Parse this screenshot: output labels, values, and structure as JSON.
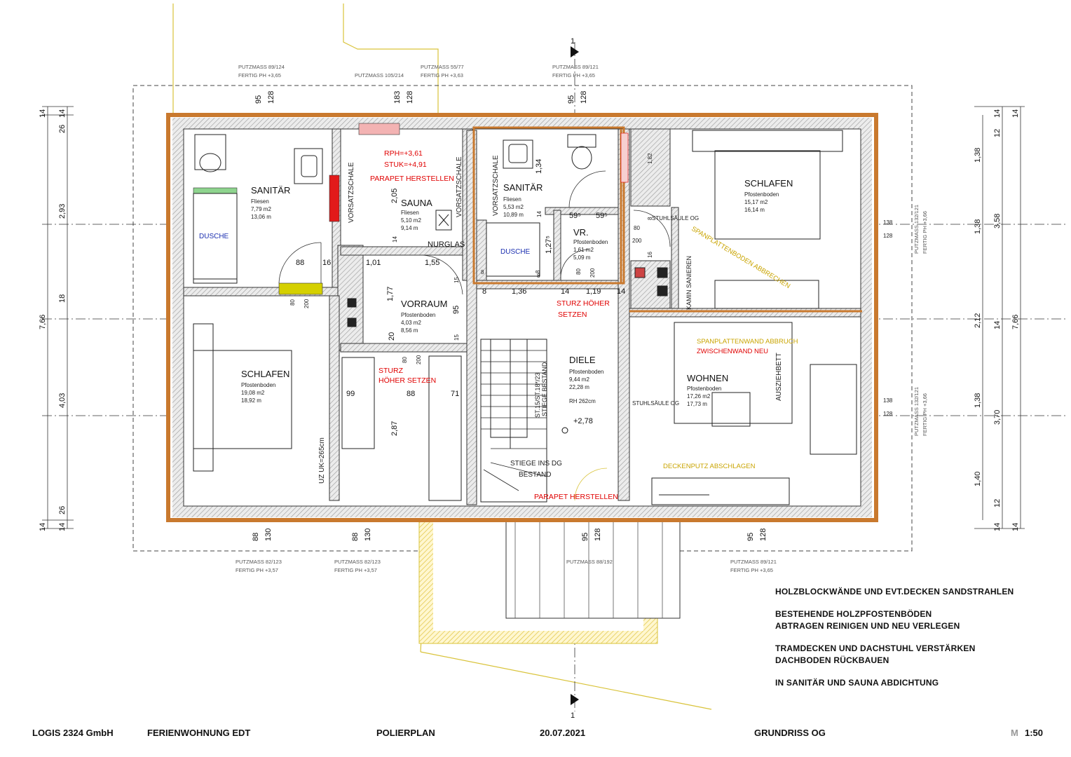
{
  "plan": {
    "rooms": [
      {
        "id": "sanitaer1",
        "name": "SANITÄR",
        "material": "Fliesen",
        "area": "7,79 m2",
        "perimeter": "13,06 m"
      },
      {
        "id": "sauna",
        "name": "SAUNA",
        "material": "Fliesen",
        "area": "5,10 m2",
        "perimeter": "9,14 m"
      },
      {
        "id": "sanitaer2",
        "name": "SANITÄR",
        "material": "Fliesen",
        "area": "5,53 m2",
        "perimeter": "10,89 m"
      },
      {
        "id": "schlafen1",
        "name": "SCHLAFEN",
        "material": "Pfostenboden",
        "area": "15,17 m2",
        "perimeter": "16,14 m"
      },
      {
        "id": "vr",
        "name": "VR.",
        "material": "Pfostenboden",
        "area": "1,61 m2",
        "perimeter": "5,09 m"
      },
      {
        "id": "vorraum",
        "name": "VORRAUM",
        "material": "Pfostenboden",
        "area": "4,03 m2",
        "perimeter": "8,56 m"
      },
      {
        "id": "schlafen2",
        "name": "SCHLAFEN",
        "material": "Pfostenboden",
        "area": "19,08 m2",
        "perimeter": "18,92 m"
      },
      {
        "id": "diele",
        "name": "DIELE",
        "material": "Pfostenboden",
        "area": "9,44 m2",
        "perimeter": "22,28 m",
        "height": "RH 262cm"
      },
      {
        "id": "wohnen",
        "name": "WOHNEN",
        "material": "Pfostenboden",
        "area": "17,26 m2",
        "perimeter": "17,73 m"
      }
    ],
    "labels": {
      "dusche1": "DUSCHE",
      "dusche2": "DUSCHE",
      "nurglas": "NURGLAS",
      "vorsatz1": "VORSATZSCHALE",
      "vorsatz2": "VORSATZSCHALE",
      "vorsatz3": "VORSATZSCHALE",
      "rph": "RPH=+3,61",
      "stuk": "STUK=+4,91",
      "parapet1": "PARAPET HERSTELLEN",
      "parapet2": "PARAPET HERSTELLEN",
      "sturz1a": "STURZ HÖHER",
      "sturz1b": "SETZEN",
      "sturz2a": "STURZ",
      "sturz2b": "HÖHER SETZEN",
      "stuhl1": "STUHLSÄULE OG",
      "stuhl2": "STUHLSÄULE OG",
      "kamin": "KAMIN SANIEREN",
      "spanboden": "SPANPLATTENBODEN ABBRECHEN",
      "spanwand": "SPANPLATTENWAND ABBRUCH",
      "zwischenwand": "ZWISCHENWAND NEU",
      "deckenputz": "DECKENPUTZ ABSCHLAGEN",
      "ausziehbett": "AUSZIEHBETT",
      "stiege1": "STIEGE INS DG",
      "stiege2": "BESTAND",
      "stiegeBestand": "STIEGE BESTAND",
      "stiegeDim": "ST.15/ST.18*/23",
      "level": "+2,78",
      "uzuk": "UZ UK=265cm",
      "sectionMark": "1",
      "sectionMarkBottom": "1"
    },
    "putzmass": [
      {
        "a": "PUTZMASS 89/124",
        "b": "FERTIG PH +3,65"
      },
      {
        "a": "PUTZMASS 105/214",
        "b": ""
      },
      {
        "a": "PUTZMASS 55/77",
        "b": "FERTIG PH +3,63"
      },
      {
        "a": "PUTZMASS 89/121",
        "b": "FERTIG PH +3,65"
      },
      {
        "a": "PUTZMASS 82/123",
        "b": "FERTIG PH +3,57"
      },
      {
        "a": "PUTZMASS 82/123",
        "b": "FERTIG PH +3,57"
      },
      {
        "a": "PUTZMASS 88/192",
        "b": ""
      },
      {
        "a": "PUTZMASS 89/121",
        "b": "FERTIG PH +3,65"
      },
      {
        "a": "PUTZMASS 132/121",
        "b": "FERTIG PH +3,66"
      },
      {
        "a": "PUTZMASS 132/121",
        "b": "FERTIG PH +3,66"
      }
    ],
    "dims": {
      "top": [
        "95",
        "128",
        "183",
        "128",
        "95",
        "128"
      ],
      "bottom": [
        "88",
        "130",
        "88",
        "130",
        "95",
        "128",
        "95",
        "128"
      ],
      "left": [
        "14",
        "14",
        "26",
        "2,93",
        "18",
        "4,03",
        "26",
        "14",
        "14",
        "7,66"
      ],
      "right": [
        "14",
        "14",
        "12",
        "1,38",
        "1,38",
        "3,58",
        "2,12",
        "14",
        "1,38",
        "3,70",
        "1,40",
        "12",
        "14",
        "14",
        "7,66"
      ],
      "windowsRight": [
        "138",
        "128",
        "138",
        "128"
      ],
      "interior": [
        "88",
        "16",
        "80",
        "200",
        "1,01",
        "1,55",
        "1,77",
        "95",
        "15",
        "15",
        "20",
        "80",
        "200",
        "99",
        "88",
        "71",
        "2,87",
        "2,05",
        "14",
        "1,34",
        "14",
        "59⁵",
        "59⁵",
        "80",
        "200",
        "16",
        "8",
        "1,27⁵",
        "80",
        "200",
        "8",
        "14",
        "8",
        "1,36",
        "14",
        "1,19",
        "14",
        "1,82",
        "8",
        "8"
      ]
    }
  },
  "notes": [
    [
      "HOLZBLOCKWÄNDE UND EVT.DECKEN SANDSTRAHLEN"
    ],
    [
      "BESTEHENDE HOLZPFOSTENBÖDEN",
      "ABTRAGEN REINIGEN UND NEU VERLEGEN"
    ],
    [
      "TRAMDECKEN UND DACHSTUHL VERSTÄRKEN",
      "DACHBODEN RÜCKBAUEN"
    ],
    [
      "IN SANITÄR UND SAUNA ABDICHTUNG"
    ]
  ],
  "titleblock": {
    "company": "LOGIS  2324  GmbH",
    "project": "FERIENWOHNUNG  EDT",
    "plantype": "POLIERPLAN",
    "date": "20.07.2021",
    "view": "GRUNDRISS  OG",
    "scale_prefix": "M",
    "scale": "1:50"
  },
  "colors": {
    "wall": "#c9792e",
    "hatch": "#b8b8b8",
    "yellow": "#d9c33a",
    "red": "#e00000",
    "blue": "#1b2fb0",
    "redFill": "#e21a1a",
    "yellowFill": "#d5d000",
    "pinkFill": "#f3b3b3",
    "greenFill": "#8ed48e"
  }
}
